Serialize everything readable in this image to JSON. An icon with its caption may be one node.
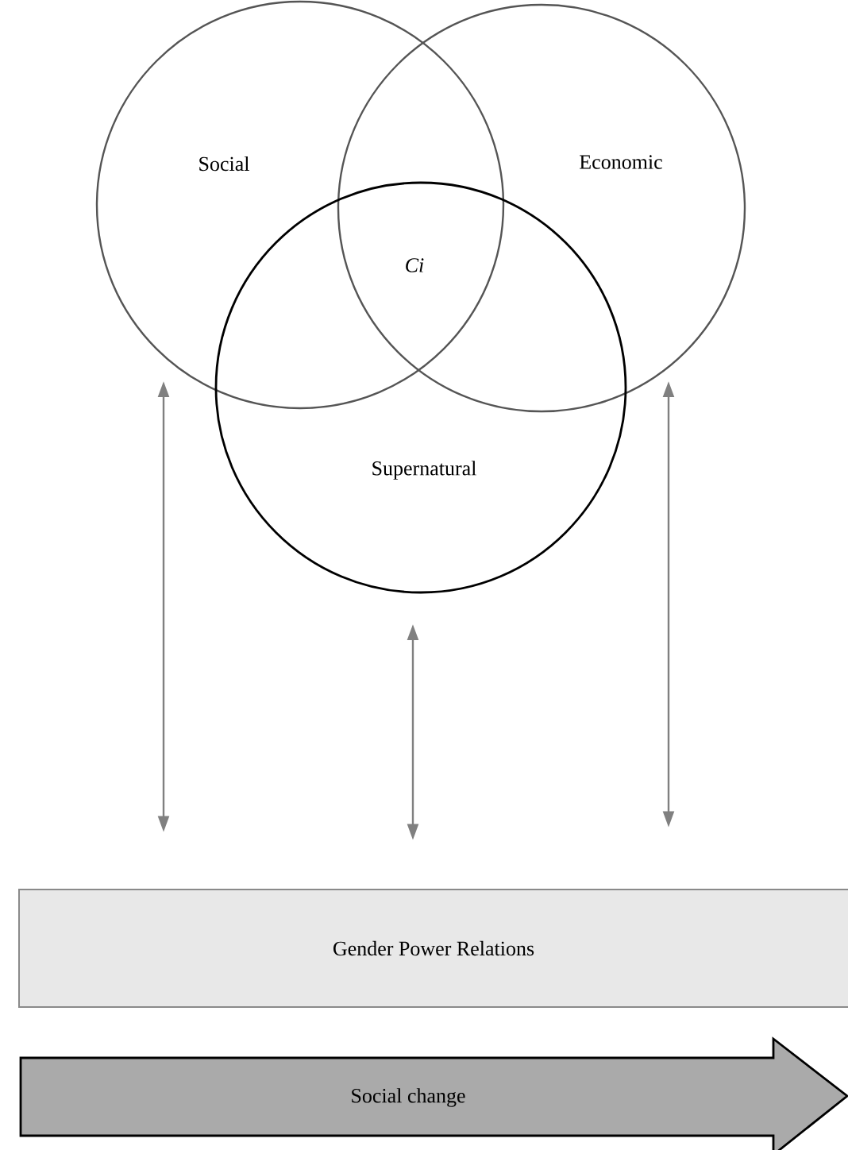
{
  "diagram": {
    "nodes": [
      {
        "text": [
          "Social"
        ]
      },
      {
        "text": [
          "Economic"
        ]
      },
      {
        "text": [
          "Supernatural"
        ]
      },
      {
        "text": [
          "Gender Power Relations"
        ]
      },
      {
        "text": [
          "Social change"
        ]
      }
    ],
    "edges": [
      {
        "from": 0,
        "to": 3,
        "arrow": "both"
      },
      {
        "from": 2,
        "to": 3,
        "arrow": "both"
      },
      {
        "from": 1,
        "to": 3,
        "arrow": "both"
      }
    ],
    "labels": [
      "*Ci*"
    ]
  }
}
